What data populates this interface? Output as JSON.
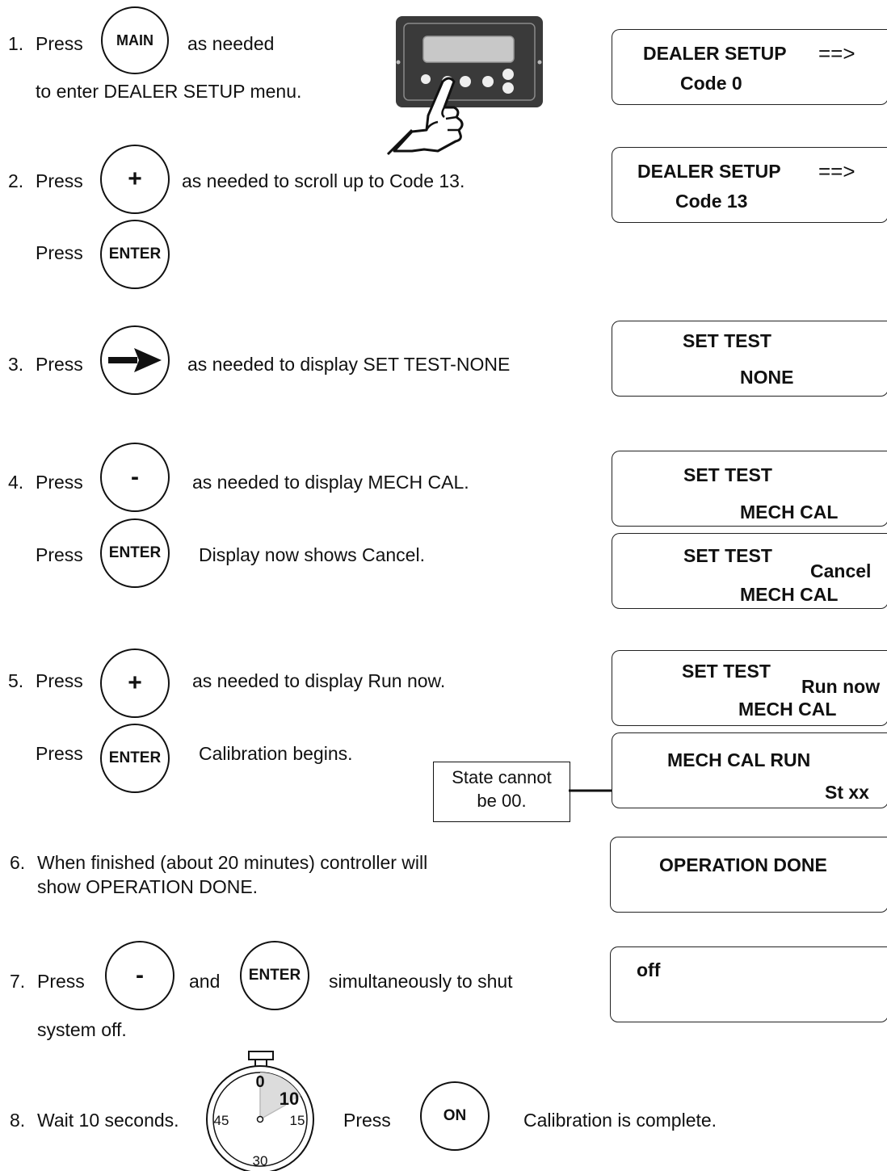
{
  "steps": {
    "s1": {
      "num": "1.",
      "press": "Press",
      "after": "as needed",
      "line2": "to enter DEALER SETUP menu.",
      "button": "MAIN"
    },
    "s2": {
      "num": "2.",
      "press": "Press",
      "after": "as needed to scroll up to Code 13.",
      "button": "+",
      "press2": "Press",
      "button2": "ENTER"
    },
    "s3": {
      "num": "3.",
      "press": "Press",
      "after": "as needed to display SET TEST-NONE",
      "button_icon": "right-arrow-icon"
    },
    "s4": {
      "num": "4.",
      "press": "Press",
      "after": "as needed to display MECH CAL.",
      "button": "-",
      "press2": "Press",
      "button2": "ENTER",
      "after2": "Display now shows Cancel."
    },
    "s5": {
      "num": "5.",
      "press": "Press",
      "after": "as needed to display Run now.",
      "button": "+",
      "press2": "Press",
      "button2": "ENTER",
      "after2": "Calibration begins."
    },
    "s6": {
      "num": "6.",
      "line1": "When finished (about 20 minutes) controller will",
      "line2": "show OPERATION DONE."
    },
    "s7": {
      "num": "7.",
      "press": "Press",
      "button": "-",
      "and": "and",
      "button2": "ENTER",
      "after": "simultaneously to shut",
      "line2": "system off."
    },
    "s8": {
      "num": "8.",
      "text": "Wait 10 seconds.",
      "press": "Press",
      "button": "ON",
      "after": "Calibration is complete."
    }
  },
  "timer": {
    "top": "0",
    "right": "15",
    "bottom": "30",
    "left": "45",
    "mark": "10",
    "icon": "stopwatch-icon"
  },
  "note": {
    "line1": "State cannot",
    "line2": "be 00."
  },
  "displays": [
    {
      "line1": "DEALER SETUP",
      "arrow": "==>",
      "line2": "Code 0"
    },
    {
      "line1": "DEALER SETUP",
      "arrow": "==>",
      "line2": "Code 13"
    },
    {
      "line1": "SET TEST",
      "line2": "NONE"
    },
    {
      "line1": "SET TEST",
      "line2": "MECH CAL"
    },
    {
      "line1": "SET TEST",
      "side": "Cancel",
      "line2": "MECH CAL"
    },
    {
      "line1": "SET TEST",
      "side": "Run now",
      "line2": "MECH CAL"
    },
    {
      "line1": "MECH CAL RUN",
      "line2": "St xx"
    },
    {
      "line1": "OPERATION DONE"
    },
    {
      "line1": "off"
    }
  ],
  "colors": {
    "ink": "#111111",
    "panel": "#3a3a3a",
    "screen": "#c8c8c8"
  }
}
